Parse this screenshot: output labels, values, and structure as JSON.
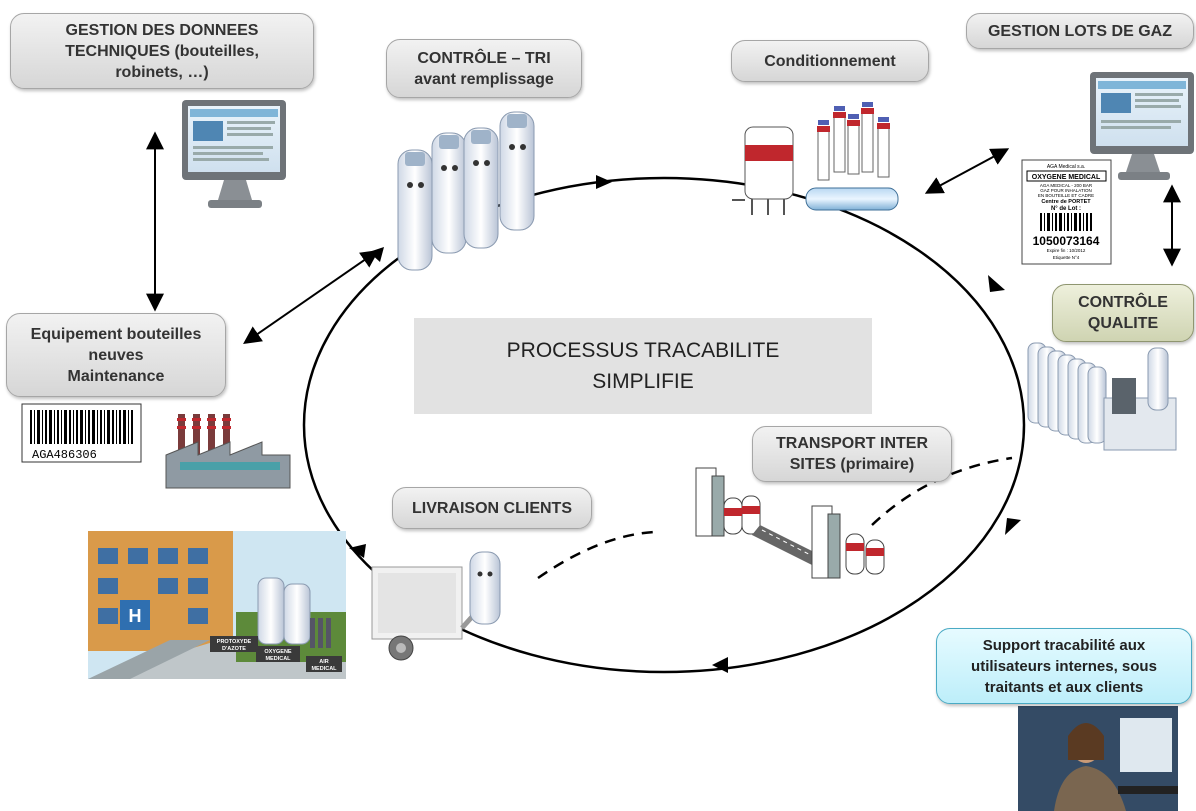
{
  "title": [
    "PROCESSUS TRACABILITE",
    "SIMPLIFIE"
  ],
  "steps": {
    "donnees_techniques": "GESTION DES DONNEES\nTECHNIQUES (bouteilles,\nrobinets, …)",
    "controle_tri": "CONTRÔLE – TRI\navant remplissage",
    "conditionnement": "Conditionnement",
    "lots_gaz": "GESTION LOTS DE GAZ",
    "controle_qualite": "CONTRÔLE\nQUALITE",
    "equipement": "Equipement bouteilles\nneuves\nMaintenance",
    "transport": "TRANSPORT INTER\nSITES (primaire)",
    "livraison": "LIVRAISON CLIENTS",
    "support": "Support tracabilité aux\nutilisateurs internes, sous\ntraitants  et aux clients"
  },
  "barcode_left": "AGA486306",
  "lot_label": {
    "header": "AGA Medical s.a.",
    "product": "OXYGENE MEDICAL",
    "line1": "AGA MEDICAL - 200 BAR",
    "line2": "GAZ POUR INHALATION",
    "line3": "EN BOUTEILLE ET CADRE",
    "centre": "Centre de PORTET",
    "lot_caption": "N° de Lot :",
    "lot_number": "1050073164",
    "expiry": "Expire fin : 10/2012",
    "sticker": "Etiquette N°4"
  },
  "hospital_signs": {
    "protoxyde": "PROTOXYDE\nD'AZOTE",
    "oxygene": "OXYGENE\nMEDICAL",
    "air": "AIR\nMEDICAL"
  },
  "hospital_letter": "H",
  "colors": {
    "label_gradient_top": "#f2f2f2",
    "label_gradient_bottom": "#d6d6d6",
    "qualite_green": "#cfd4b2",
    "support_cyan": "#bdeefa",
    "cycle_line": "#000000",
    "center_box": "#e2e2e2",
    "cylinder_red": "#c0272d"
  },
  "icons": [
    "monitor-icon",
    "cylinder-mascot-icon",
    "filling-rack-icon",
    "factory-icon",
    "truck-icon",
    "hospital-icon",
    "operator-photo",
    "barcode-icon"
  ]
}
